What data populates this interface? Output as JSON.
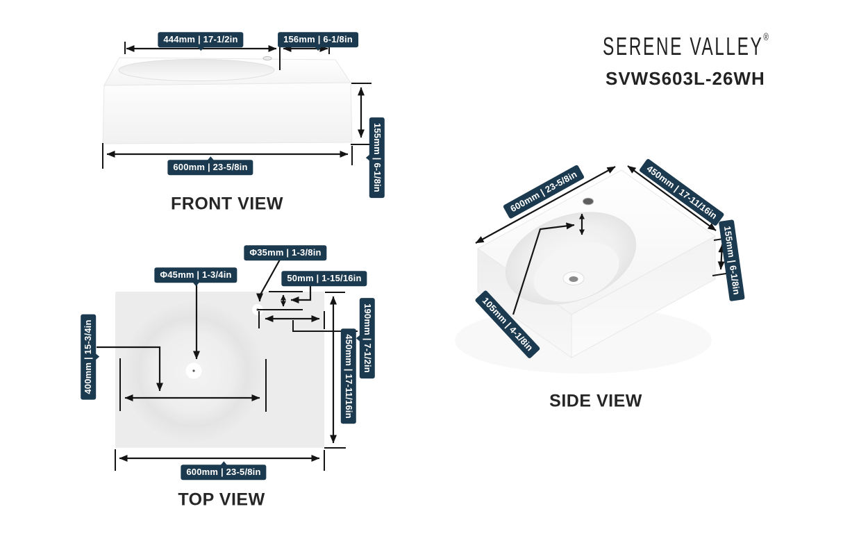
{
  "brand": {
    "logo": "SERENE VALLEY",
    "registered": "®",
    "model": "SVWS603L-26WH"
  },
  "colors": {
    "label_bg": "#1c3a4f",
    "label_text": "#ffffff",
    "line": "#141414",
    "title_text": "#262626",
    "sink_fill": "#f5f5f5",
    "background": "#ffffff"
  },
  "views": {
    "front": {
      "title": "FRONT VIEW",
      "dims": {
        "basin_span": "444mm | 17-1/2in",
        "deck_span": "156mm | 6-1/8in",
        "height": "155mm | 6-1/8in",
        "total_width": "600mm | 23-5/8in"
      }
    },
    "top": {
      "title": "TOP VIEW",
      "dims": {
        "drain_diameter": "Φ45mm | 1-3/4in",
        "faucet_diameter": "Φ35mm | 1-3/8in",
        "faucet_offset": "50mm | 1-15/16in",
        "faucet_from_right": "190mm | 7-1/2in",
        "total_depth": "450mm | 17-11/16in",
        "basin_width": "400mm | 15-3/4in",
        "total_width": "600mm | 23-5/8in"
      }
    },
    "side": {
      "title": "SIDE VIEW",
      "dims": {
        "length": "600mm | 23-5/8in",
        "depth": "450mm | 17-11/16in",
        "height": "155mm | 6-1/8in",
        "basin_depth": "105mm | 4-1/8in"
      }
    }
  }
}
